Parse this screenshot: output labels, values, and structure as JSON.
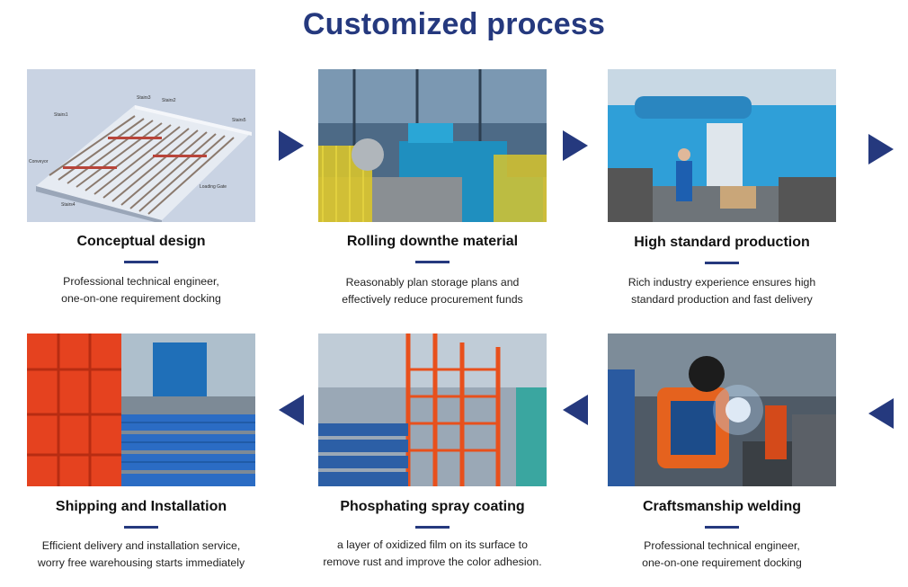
{
  "title": "Customized process",
  "steps": [
    {
      "title": "Conceptual design",
      "desc1": "Professional technical engineer,",
      "desc2": "one-on-one requirement docking",
      "photo": "warehouse-rack-render"
    },
    {
      "title": "Rolling downthe material",
      "desc1": "Reasonably plan storage plans and",
      "desc2": "effectively reduce procurement funds",
      "photo": "roll-forming-machine"
    },
    {
      "title": "High standard production",
      "desc1": "Rich industry experience ensures high",
      "desc2": "standard production and fast delivery",
      "photo": "production-workshop"
    },
    {
      "title": "Craftsmanship welding",
      "desc1": "Professional technical engineer,",
      "desc2": "one-on-one requirement docking",
      "photo": "welding-worker"
    },
    {
      "title": "Phosphating spray coating",
      "desc1": "a layer of oxidized film on its surface to",
      "desc2": "remove rust and improve the color adhesion.",
      "photo": "spray-coating-line"
    },
    {
      "title": "Shipping and Installation",
      "desc1": "Efficient delivery and installation service,",
      "desc2": "worry free warehousing starts immediately",
      "photo": "shipping-racks"
    }
  ],
  "render_labels": [
    "Stairs1",
    "Stairs2",
    "Stairs3",
    "Stairs4",
    "Stairs5",
    "Conveyor",
    "Loading Gate"
  ],
  "colors": {
    "accent": "#25397e",
    "text": "#111111"
  },
  "arrow_icons": [
    "arrow-right-icon",
    "arrow-left-icon"
  ]
}
